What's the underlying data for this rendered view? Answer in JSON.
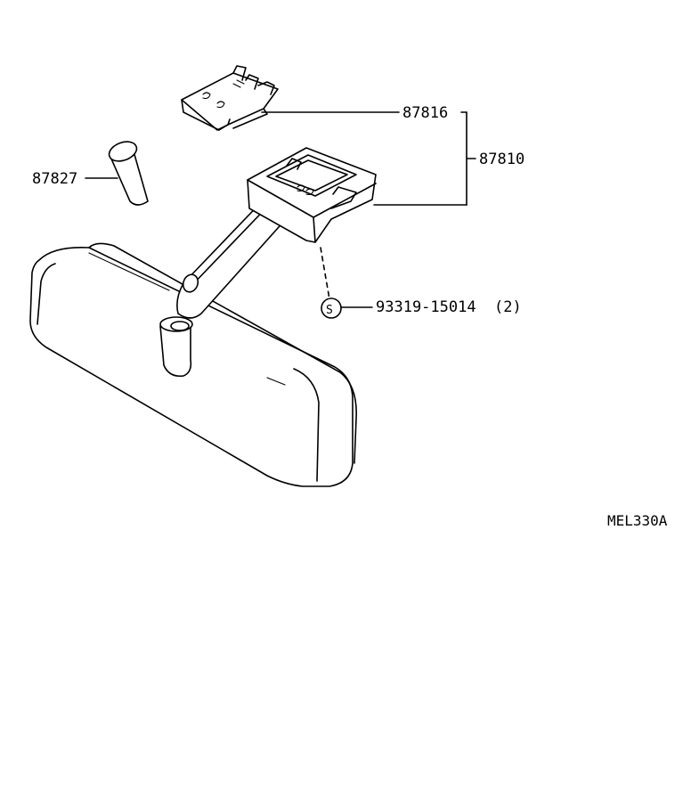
{
  "parts": {
    "retainer": "87816",
    "mirror_assembly": "87810",
    "cap": "87827",
    "screw_symbol": "S",
    "screw": "93319-15014",
    "screw_qty": "(2)"
  },
  "diagram_code": "MEL330A"
}
